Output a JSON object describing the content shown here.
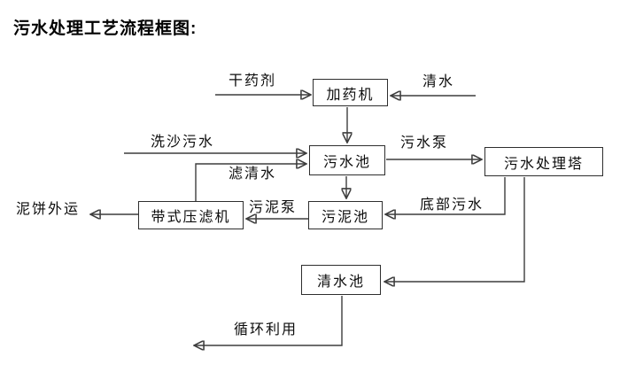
{
  "title": "污水处理工艺流程框图:",
  "colors": {
    "background": "#ffffff",
    "line": "#3d3d3d",
    "box_border": "#2e2e2e",
    "box_fill": "#ffffff",
    "text": "#0c0c0c"
  },
  "diagram": {
    "type": "process-flowchart",
    "nodes": {
      "dosing_machine": "加药机",
      "sewage_pool": "污水池",
      "treatment_tower": "污水处理塔",
      "sludge_pool": "污泥池",
      "belt_filter_press": "带式压滤机",
      "clean_water_pool": "清水池"
    },
    "flows": {
      "dry_chemical": "干药剂",
      "clean_water": "清水",
      "sand_washing_sewage": "洗沙污水",
      "sewage_pump": "污水泵",
      "filtered_water": "滤清水",
      "sludge_pump": "污泥泵",
      "bottom_sewage": "底部污水",
      "mud_cake_shipping": "泥饼外运",
      "recycling": "循环利用"
    }
  }
}
